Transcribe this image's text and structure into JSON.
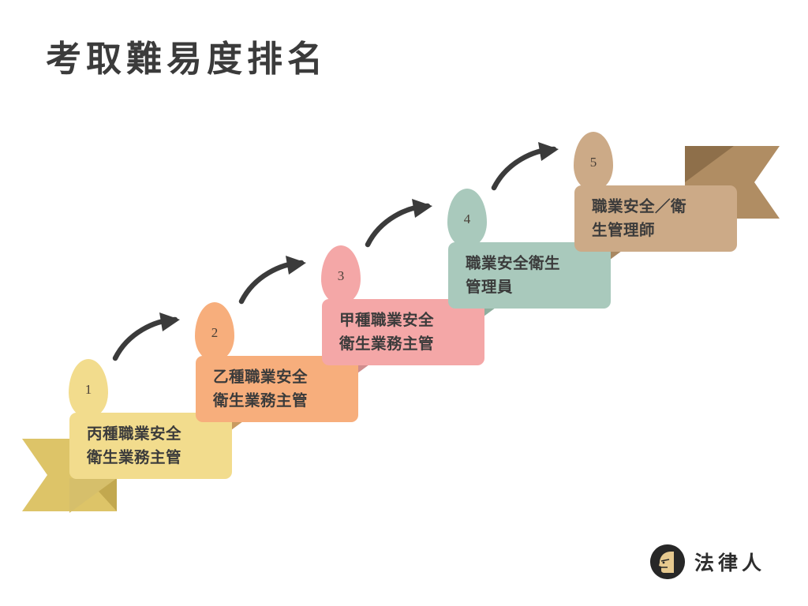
{
  "page": {
    "title": "考取難易度排名",
    "background_color": "#ffffff",
    "title_color": "#3b3b3b"
  },
  "steps": [
    {
      "number": "1",
      "label": "丙種職業安全\n衛生業務主管",
      "color": "#F2DC8D",
      "fold_color": "#D6BF6B",
      "bubble_color": "#F2DC8D",
      "number_color": "#4a4038",
      "text_color": "#3b3b3b"
    },
    {
      "number": "2",
      "label": "乙種職業安全\n衛生業務主管",
      "color": "#F7AE7C",
      "fold_color": "#C99A61",
      "bubble_color": "#F7AE7C",
      "number_color": "#4a4038",
      "text_color": "#3b3b3b"
    },
    {
      "number": "3",
      "label": "甲種職業安全\n衛生業務主管",
      "color": "#F4A7A7",
      "fold_color": "#D08D8D",
      "bubble_color": "#F4A7A7",
      "number_color": "#4a4038",
      "text_color": "#3b3b3b"
    },
    {
      "number": "4",
      "label": "職業安全衛生\n管理員",
      "color": "#A9C9BC",
      "fold_color": "#8FAF9F",
      "bubble_color": "#A9C9BC",
      "number_color": "#4a4038",
      "text_color": "#3b3b3b"
    },
    {
      "number": "5",
      "label": "職業安全／衛\n生管理師",
      "color": "#CCAA87",
      "fold_color": "#A98862",
      "bubble_color": "#CCAA87",
      "number_color": "#4a4038",
      "text_color": "#3b3b3b"
    }
  ],
  "ribbons": {
    "left": {
      "color": "#DDC468",
      "shadow_color": "#C2A84F",
      "side": "left"
    },
    "right": {
      "color": "#B08D63",
      "shadow_color": "#8E6F4A",
      "side": "right"
    }
  },
  "arrows": {
    "color": "#3b3b3b",
    "count": 4,
    "shape": "curved-arrow-up-right"
  },
  "logo": {
    "text": "法律人",
    "mark": "person-profile-avatar",
    "mark_background": "#272727",
    "mark_face_color": "#E6C98F",
    "text_color": "#2d2d2d"
  }
}
